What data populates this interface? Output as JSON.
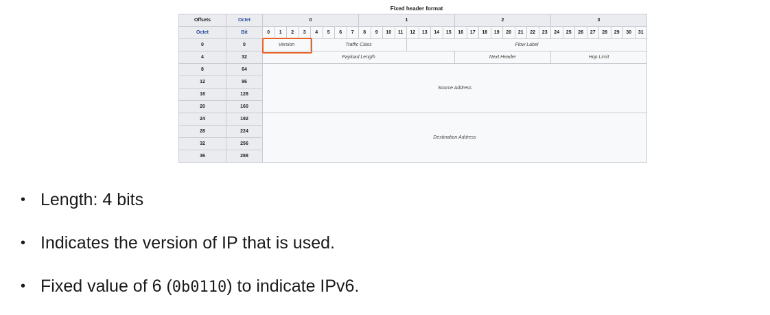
{
  "table": {
    "title": "Fixed header format",
    "corner_offsets": "Offsets",
    "corner_octet_top": "Octet",
    "corner_octet_left": "Octet",
    "corner_bit": "Bit",
    "octet_headers": [
      "0",
      "1",
      "2",
      "3"
    ],
    "bit_numbers": [
      "0",
      "1",
      "2",
      "3",
      "4",
      "5",
      "6",
      "7",
      "8",
      "9",
      "10",
      "11",
      "12",
      "13",
      "14",
      "15",
      "16",
      "17",
      "18",
      "19",
      "20",
      "21",
      "22",
      "23",
      "24",
      "25",
      "26",
      "27",
      "28",
      "29",
      "30",
      "31"
    ],
    "row_octets": [
      "0",
      "4",
      "8",
      "12",
      "16",
      "20",
      "24",
      "28",
      "32",
      "36"
    ],
    "row_bits": [
      "0",
      "32",
      "64",
      "96",
      "128",
      "160",
      "192",
      "224",
      "256",
      "288"
    ],
    "fields": {
      "version": "Version",
      "traffic_class": "Traffic Class",
      "flow_label": "Flow Label",
      "payload_length": "Payload Length",
      "next_header": "Next Header",
      "hop_limit": "Hop Limit",
      "source_address": "Source Address",
      "destination_address": "Destination Address"
    },
    "highlight_color": "#e8652a"
  },
  "bullets": {
    "length": "Length: 4 bits",
    "indicates": "Indicates the version of IP that is used.",
    "fixed_prefix": "Fixed value of 6 (",
    "fixed_code": "0b0110",
    "fixed_suffix": ") to indicate IPv6."
  }
}
